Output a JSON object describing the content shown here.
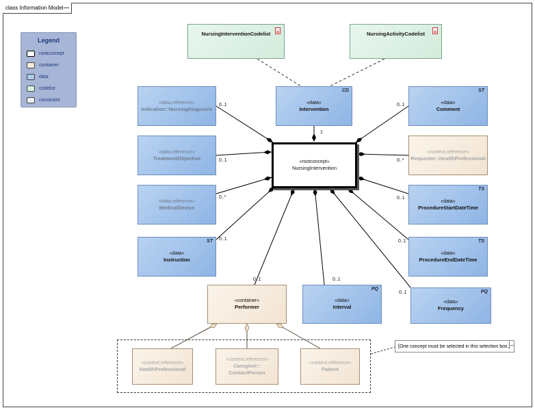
{
  "frame_title": "class Information Model",
  "legend": {
    "title": "Legend",
    "items": [
      {
        "label": "rootconcept",
        "color": "#ffffff"
      },
      {
        "label": "container",
        "color": "#f6eadc"
      },
      {
        "label": "data",
        "color": "#a9c8ee"
      },
      {
        "label": "codelist",
        "color": "#d9efe1"
      },
      {
        "label": "constraint",
        "color": "#eef0f8"
      }
    ]
  },
  "nodes": {
    "nursing_intervention_codelist": {
      "name": "NursingInterventionCodelist"
    },
    "nursing_activity_codelist": {
      "name": "NursingActivityCodelist"
    },
    "intervention": {
      "stereotype": "«data»",
      "name": "Intervention",
      "tag": "CD"
    },
    "indication": {
      "stereotype": "«data,reference»",
      "name": "Indication::NursingDiagnosis"
    },
    "comment": {
      "stereotype": "«data»",
      "name": "Comment",
      "tag": "ST"
    },
    "treatment_objective": {
      "stereotype": "«data,reference»",
      "name": "TreatmentObjective"
    },
    "root": {
      "stereotype": "«rootconcept»",
      "name": "NursingIntervention"
    },
    "requester": {
      "stereotype": "«context,reference»",
      "name": "Requester::HealthProfessional"
    },
    "medical_device": {
      "stereotype": "«data,reference»",
      "name": "MedicalDevice"
    },
    "procedure_start": {
      "stereotype": "«data»",
      "name": "ProcedureStartDateTime",
      "tag": "TS"
    },
    "instruction": {
      "stereotype": "«data»",
      "name": "Instruction",
      "tag": "ST"
    },
    "procedure_end": {
      "stereotype": "«data»",
      "name": "ProcedureEndDateTime",
      "tag": "TS"
    },
    "performer": {
      "stereotype": "«container»",
      "name": "Performer"
    },
    "interval": {
      "stereotype": "«data»",
      "name": "Interval",
      "tag": "PQ"
    },
    "frequency": {
      "stereotype": "«data»",
      "name": "Frequency",
      "tag": "PQ"
    },
    "health_professional": {
      "stereotype": "«context,reference»",
      "name": "HealthProfessional"
    },
    "caregiver": {
      "stereotype": "«context,reference»",
      "name_line1": "Caregiver::",
      "name_line2": "ContactPerson"
    },
    "patient": {
      "stereotype": "«context,reference»",
      "name": "Patient"
    }
  },
  "multiplicities": {
    "intervention": "1",
    "indication": "0..1",
    "comment": "0..1",
    "treatment_objective": "0..1",
    "requester": "0..*",
    "medical_device": "0..*",
    "procedure_start": "0..1",
    "instruction": "0..1",
    "procedure_end": "0..1",
    "performer": "0..1",
    "interval": "0..1",
    "frequency": "0..1"
  },
  "note": "[One concept must be selected in this selection box.]"
}
